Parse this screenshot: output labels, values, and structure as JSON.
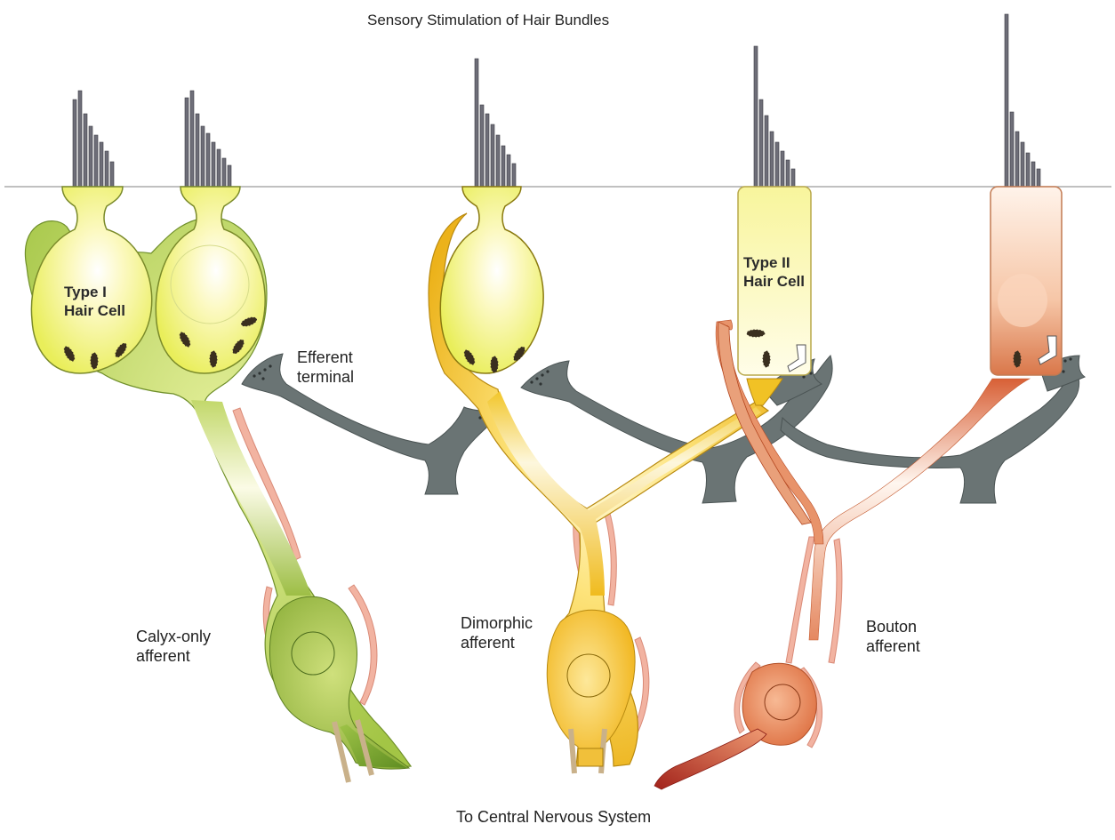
{
  "title": "Sensory Stimulation of Hair Bundles",
  "footer": "To Central Nervous System",
  "labels": {
    "type1_line1": "Type I",
    "type1_line2": "Hair Cell",
    "type2_line1": "Type II",
    "type2_line2": "Hair Cell",
    "efferent_line1": "Efferent",
    "efferent_line2": "terminal",
    "calyx_line1": "Calyx-only",
    "calyx_line2": "afferent",
    "dimorphic_line1": "Dimorphic",
    "dimorphic_line2": "afferent",
    "bouton_line1": "Bouton",
    "bouton_line2": "afferent"
  },
  "colors": {
    "calyx_green": "#8ab33a",
    "dimorphic_yellow": "#f2c21c",
    "bouton_orange": "#e07a4e",
    "efferent_gray": "#687373",
    "hair_cell_yellow": "#f7f08c",
    "myelin_pink": "#f0a994"
  }
}
